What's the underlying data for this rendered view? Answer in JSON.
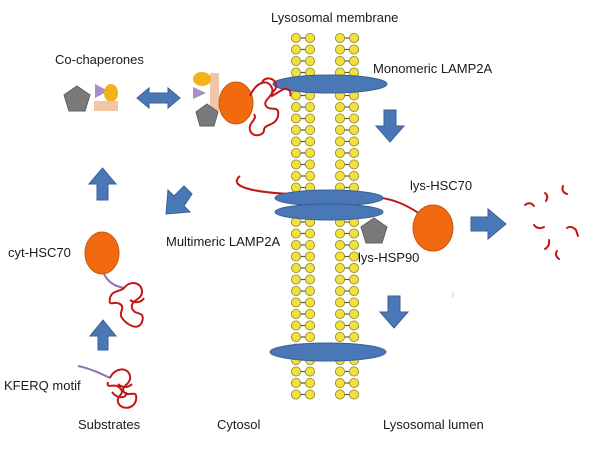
{
  "labels": {
    "lysosomal_membrane": "Lysosomal membrane",
    "co_chaperones": "Co-chaperones",
    "monomeric_lamp2a": "Monomeric LAMP2A",
    "lys_hsc70": "lys-HSC70",
    "multimeric_lamp2a": "Multimeric LAMP2A",
    "lys_hsp90": "lys-HSP90",
    "cyt_hsc70": "cyt-HSC70",
    "kferq_motif": "KFERQ motif",
    "substrates": "Substrates",
    "cytosol": "Cytosol",
    "lysosomal_lumen": "Lysosomal lumen"
  },
  "colors": {
    "hsc70": "#f26a10",
    "lamp2a": "#4a78b6",
    "arrow": "#4a78b6",
    "substrate": "#c01818",
    "hsp90": "#7a7a7a",
    "lipid_head": "#f0e040",
    "co_chaperone_yellow": "#f2b21a",
    "co_chaperone_purple": "#a690c4",
    "co_chaperone_peach": "#f3c5a8",
    "kferq_tail": "#8f72b4"
  },
  "icons": [
    "bilayer-membrane",
    "lamp2a-disc",
    "hsc70-oval",
    "hsp90-pentagon",
    "substrate-coil",
    "block-arrow"
  ]
}
